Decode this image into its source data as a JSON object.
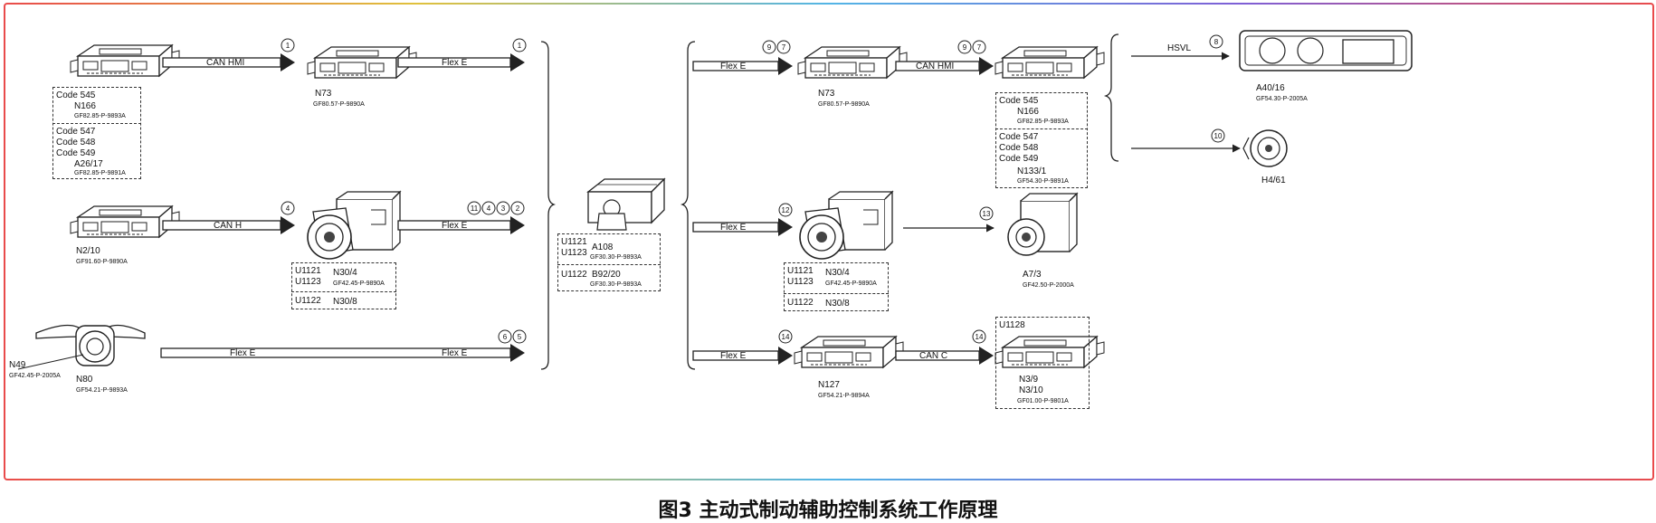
{
  "caption": "图3 主动式制动辅助控制系统工作原理",
  "colors": {
    "line": "#222222",
    "border_gradient": [
      "#e94b4b",
      "#e0c13d",
      "#53b5e6",
      "#7e5fd6"
    ]
  },
  "left": {
    "n166": {
      "codes": [
        "Code 545"
      ],
      "name": "N166",
      "ref": "GF82.85-P-9893A"
    },
    "a26": {
      "codes": [
        "Code 547",
        "Code 548",
        "Code 549"
      ],
      "name": "A26/17",
      "ref": "GF82.85-P-9891A"
    },
    "n73": {
      "name": "N73",
      "ref": "GF80.57-P-9890A"
    },
    "n210": {
      "name": "N2/10",
      "ref": "GF91.60-P-9890A"
    },
    "n304": {
      "u1": "U1121",
      "u2": "U1123",
      "name": "N30/4",
      "ref": "GF42.45-P-9890A"
    },
    "n308": {
      "u": "U1122",
      "name": "N30/8"
    },
    "n49": {
      "name": "N49",
      "ref": "GF42.45-P-2005A"
    },
    "n80": {
      "name": "N80",
      "ref": "GF54.21-P-9893A"
    },
    "arrows": {
      "can_hmi": "CAN HMI",
      "flex_e_1": "Flex E",
      "can_h": "CAN H",
      "flex_e_2": "Flex E",
      "flex_e_3a": "Flex E",
      "flex_e_3b": "Flex E"
    },
    "circles": {
      "r1a": "1",
      "r1b": "1",
      "r2a": "4",
      "r2b": [
        "11",
        "4",
        "3",
        "2"
      ],
      "r3": [
        "6",
        "5"
      ]
    }
  },
  "center": {
    "a108": {
      "u1": "U1121",
      "u2": "U1123",
      "name": "A108",
      "ref": "GF30.30-P-9893A"
    },
    "b9220": {
      "u": "U1122",
      "name": "B92/20",
      "ref": "GF30.30-P-9893A"
    }
  },
  "right": {
    "arrows": {
      "flex_e_1": "Flex E",
      "can_hmi": "CAN HMI",
      "flex_e_2": "Flex E",
      "flex_e_3": "Flex E",
      "can_c": "CAN C",
      "hsvl": "HSVL"
    },
    "circles": {
      "a": [
        "9",
        "7"
      ],
      "b": [
        "9",
        "7"
      ],
      "c": "12",
      "d": "13",
      "e": "14",
      "f": "14",
      "g": "8",
      "h": "10"
    },
    "n73": {
      "name": "N73",
      "ref": "GF80.57-P-9890A"
    },
    "n166": {
      "codes": [
        "Code 545"
      ],
      "name": "N166",
      "ref": "GF82.85-P-9893A"
    },
    "n1331": {
      "codes": [
        "Code 547",
        "Code 548",
        "Code 549"
      ],
      "name": "N133/1",
      "ref": "GF54.30-P-9891A"
    },
    "a40": {
      "name": "A40/16",
      "ref": "GF54.30-P-2005A"
    },
    "h461": {
      "name": "H4/61"
    },
    "n304": {
      "u1": "U1121",
      "u2": "U1123",
      "name": "N30/4",
      "ref": "GF42.45-P-9890A"
    },
    "n308": {
      "u": "U1122",
      "name": "N30/8"
    },
    "a73": {
      "name": "A7/3",
      "ref": "GF42.50-P-2000A"
    },
    "n127": {
      "name": "N127",
      "ref": "GF54.21-P-9894A"
    },
    "n39": {
      "u": "U1128",
      "name1": "N3/9",
      "name2": "N3/10",
      "ref": "GF01.00-P-9801A"
    }
  }
}
